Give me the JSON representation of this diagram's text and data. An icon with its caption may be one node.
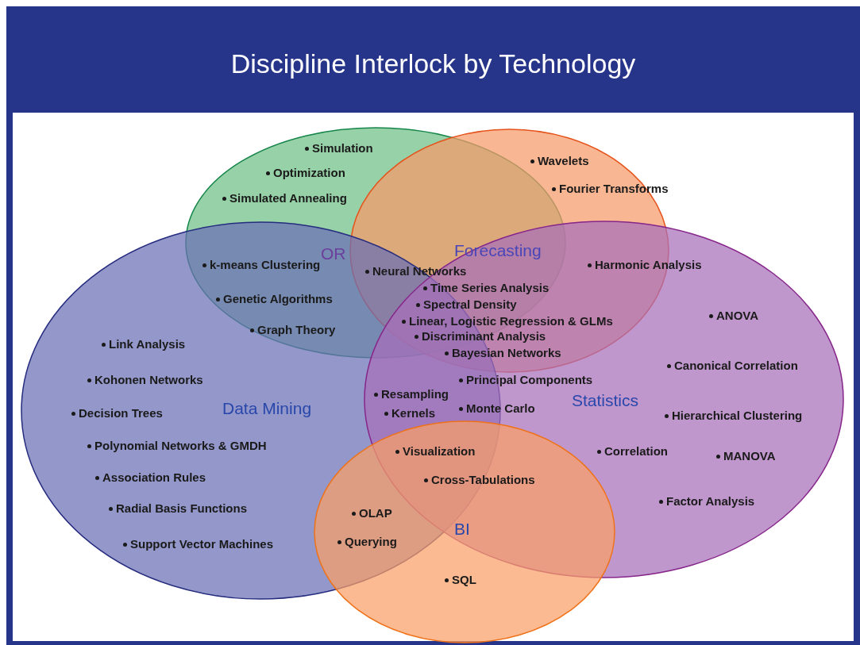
{
  "diagram": {
    "title": "Discipline Interlock by Technology",
    "nodes": [
      {
        "text": [
          "OR"
        ]
      },
      {
        "text": [
          "Forecasting"
        ]
      },
      {
        "text": [
          "Data Mining"
        ]
      },
      {
        "text": [
          "Statistics"
        ]
      },
      {
        "text": [
          "BI"
        ]
      }
    ],
    "labels": [
      "Simulation",
      "Wavelets",
      "Optimization",
      "Fourier Transforms",
      "Simulated Annealing",
      "k-means Clustering",
      "Harmonic Analysis",
      "Neural Networks",
      "Time Series Analysis",
      "Genetic Algorithms",
      "Spectral Density",
      "ANOVA",
      "Linear, Logistic Regression & GLMs",
      "Graph Theory",
      "Discriminant Analysis",
      "Link Analysis",
      "Bayesian Networks",
      "Canonical Correlation",
      "Kohonen Networks",
      "Principal Components",
      "Resampling",
      "Monte Carlo",
      "Decision Trees",
      "Kernels",
      "Hierarchical Clustering",
      "Polynomial Networks & GMDH",
      "Visualization",
      "Correlation",
      "MANOVA",
      "Association Rules",
      "Cross-Tabulations",
      "Radial Basis Functions",
      "Factor Analysis",
      "OLAP",
      "Support Vector Machines",
      "Querying",
      "SQL"
    ]
  }
}
